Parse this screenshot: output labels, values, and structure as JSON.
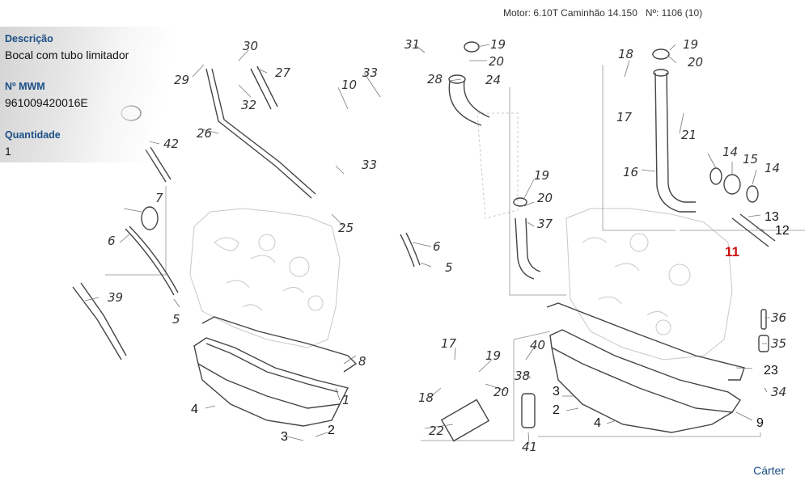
{
  "header": {
    "motor_label": "Motor:",
    "motor_value": "6.10T Caminhão 14.150",
    "number_label": "Nº:",
    "number_value": "1106 (10)"
  },
  "selected_part": {
    "description_label": "Descrição",
    "description_value": "Bocal com tubo limitador",
    "mwm_label": "Nº MWM",
    "mwm_value": "961009420016E",
    "quantity_label": "Quantidade",
    "quantity_value": "1"
  },
  "diagram": {
    "highlight_color": "#cc1111",
    "highlighted_part": "11",
    "callouts": [
      "1",
      "2",
      "3",
      "4",
      "5",
      "6",
      "7",
      "8",
      "9",
      "10",
      "11",
      "12",
      "13",
      "14",
      "15",
      "16",
      "17",
      "18",
      "19",
      "20",
      "21",
      "22",
      "23",
      "24",
      "25",
      "26",
      "27",
      "28",
      "29",
      "30",
      "31",
      "32",
      "33",
      "34",
      "35",
      "36",
      "37",
      "38",
      "39",
      "40",
      "41",
      "42"
    ]
  },
  "footer": {
    "section_link": "Cárter"
  }
}
